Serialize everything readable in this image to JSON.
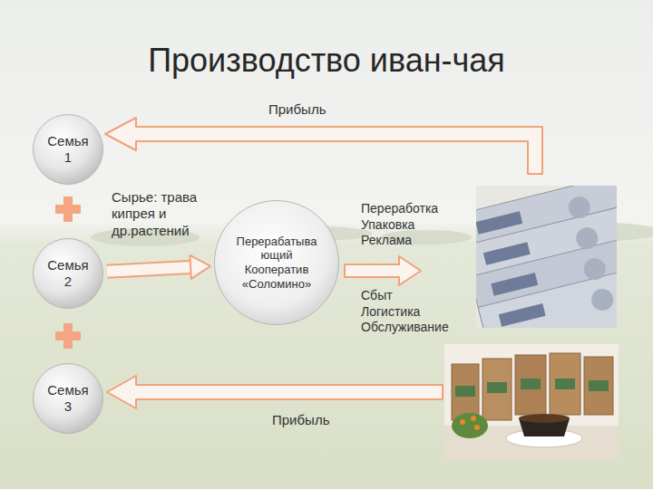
{
  "diagram": {
    "title": "Производство иван-чая",
    "nodes": [
      {
        "text": [
          "Семья 1"
        ]
      },
      {
        "text": [
          "Семья 2"
        ]
      },
      {
        "text": [
          "Семья 3"
        ]
      },
      {
        "text": [
          "Перерабатыва ющий Кооператив «Соломино»"
        ]
      }
    ],
    "edges": [
      {
        "from": 1,
        "to": 3,
        "label": "Сырье: трава кипрея и др.растений",
        "arrow": "to"
      }
    ],
    "labels": [
      "Прибыль",
      "Переработка Упаковка Реклама",
      "Сбыт Логистика Обслуживание",
      "Прибыль"
    ]
  }
}
